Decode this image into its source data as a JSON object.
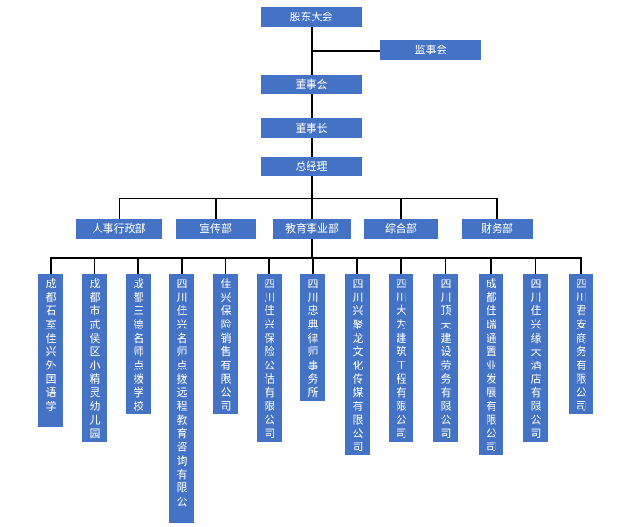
{
  "org_chart": {
    "colors": {
      "node_fill": "#4472C4",
      "node_text": "#FFFFFF",
      "connector": "#000000",
      "background": "#FFFFFF"
    },
    "top_nodes": {
      "shareholders_meeting": "股东大会",
      "supervisory_board": "监事会",
      "board_of_directors": "董事会",
      "chairman": "董事长",
      "general_manager": "总经理"
    },
    "departments": [
      "人事行政部",
      "宣传部",
      "教育事业部",
      "综合部",
      "财务部"
    ],
    "subsidiaries": [
      "成都石室佳兴外国语学校",
      "成都市武侯区小精灵幼儿园",
      "成都三德名师点拨学校",
      "四川佳兴名师点拨远程教育咨询有限公司",
      "佳兴保险销售有限公司",
      "四川佳兴保险公估有限公司",
      "四川忠典律师事务所",
      "四川兴聚龙文化传媒有限公司",
      "四川大为建筑工程有限公司",
      "四川顶天建设劳务有限公司",
      "成都佳瑞通置业发展有限公司",
      "四川佳兴缘大酒店有限公司",
      "四川君安商务有限公司"
    ]
  }
}
